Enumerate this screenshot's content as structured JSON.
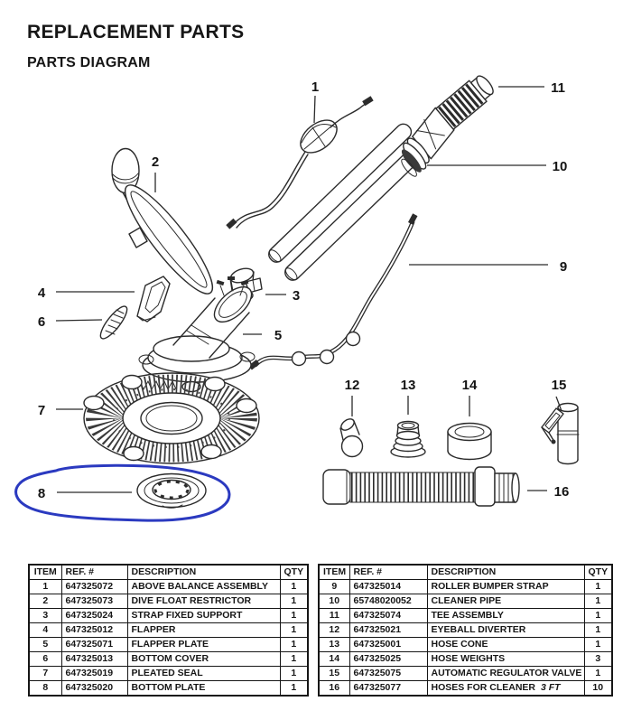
{
  "page": {
    "title": "REPLACEMENT PARTS",
    "subtitle": "PARTS DIAGRAM"
  },
  "diagram": {
    "callouts": [
      "1",
      "2",
      "3",
      "4",
      "5",
      "6",
      "7",
      "8",
      "9",
      "10",
      "11",
      "12",
      "13",
      "14",
      "15",
      "16"
    ],
    "annotation": {
      "shape": "hand-drawn-loop",
      "color": "#2b3ac0",
      "highlights": "item 8 bottom plate"
    }
  },
  "tables": {
    "headers": [
      "ITEM",
      "REF. #",
      "DESCRIPTION",
      "QTY"
    ],
    "left": {
      "rows": [
        {
          "item": "1",
          "ref": "647325072",
          "description": "ABOVE BALANCE ASSEMBLY",
          "qty": "1"
        },
        {
          "item": "2",
          "ref": "647325073",
          "description": "DIVE FLOAT RESTRICTOR",
          "qty": "1"
        },
        {
          "item": "3",
          "ref": "647325024",
          "description": "STRAP FIXED SUPPORT",
          "qty": "1"
        },
        {
          "item": "4",
          "ref": "647325012",
          "description": "FLAPPER",
          "qty": "1"
        },
        {
          "item": "5",
          "ref": "647325071",
          "description": "FLAPPER PLATE",
          "qty": "1"
        },
        {
          "item": "6",
          "ref": "647325013",
          "description": "BOTTOM COVER",
          "qty": "1"
        },
        {
          "item": "7",
          "ref": "647325019",
          "description": "PLEATED SEAL",
          "qty": "1"
        },
        {
          "item": "8",
          "ref": "647325020",
          "description": "BOTTOM PLATE",
          "qty": "1"
        }
      ]
    },
    "right": {
      "rows": [
        {
          "item": "9",
          "ref": "647325014",
          "description": "ROLLER BUMPER STRAP",
          "qty": "1"
        },
        {
          "item": "10",
          "ref": "65748020052",
          "description": "CLEANER PIPE",
          "qty": "1"
        },
        {
          "item": "11",
          "ref": "647325074",
          "description": "TEE ASSEMBLY",
          "qty": "1"
        },
        {
          "item": "12",
          "ref": "647325021",
          "description": "EYEBALL DIVERTER",
          "qty": "1"
        },
        {
          "item": "13",
          "ref": "647325001",
          "description": "HOSE CONE",
          "qty": "1"
        },
        {
          "item": "14",
          "ref": "647325025",
          "description": "HOSE WEIGHTS",
          "qty": "3"
        },
        {
          "item": "15",
          "ref": "647325075",
          "description": "AUTOMATIC REGULATOR VALVE",
          "qty": "1"
        },
        {
          "item": "16",
          "ref": "647325077",
          "description": "HOSES FOR CLEANER",
          "note": "3 FT",
          "qty": "10"
        }
      ]
    }
  }
}
